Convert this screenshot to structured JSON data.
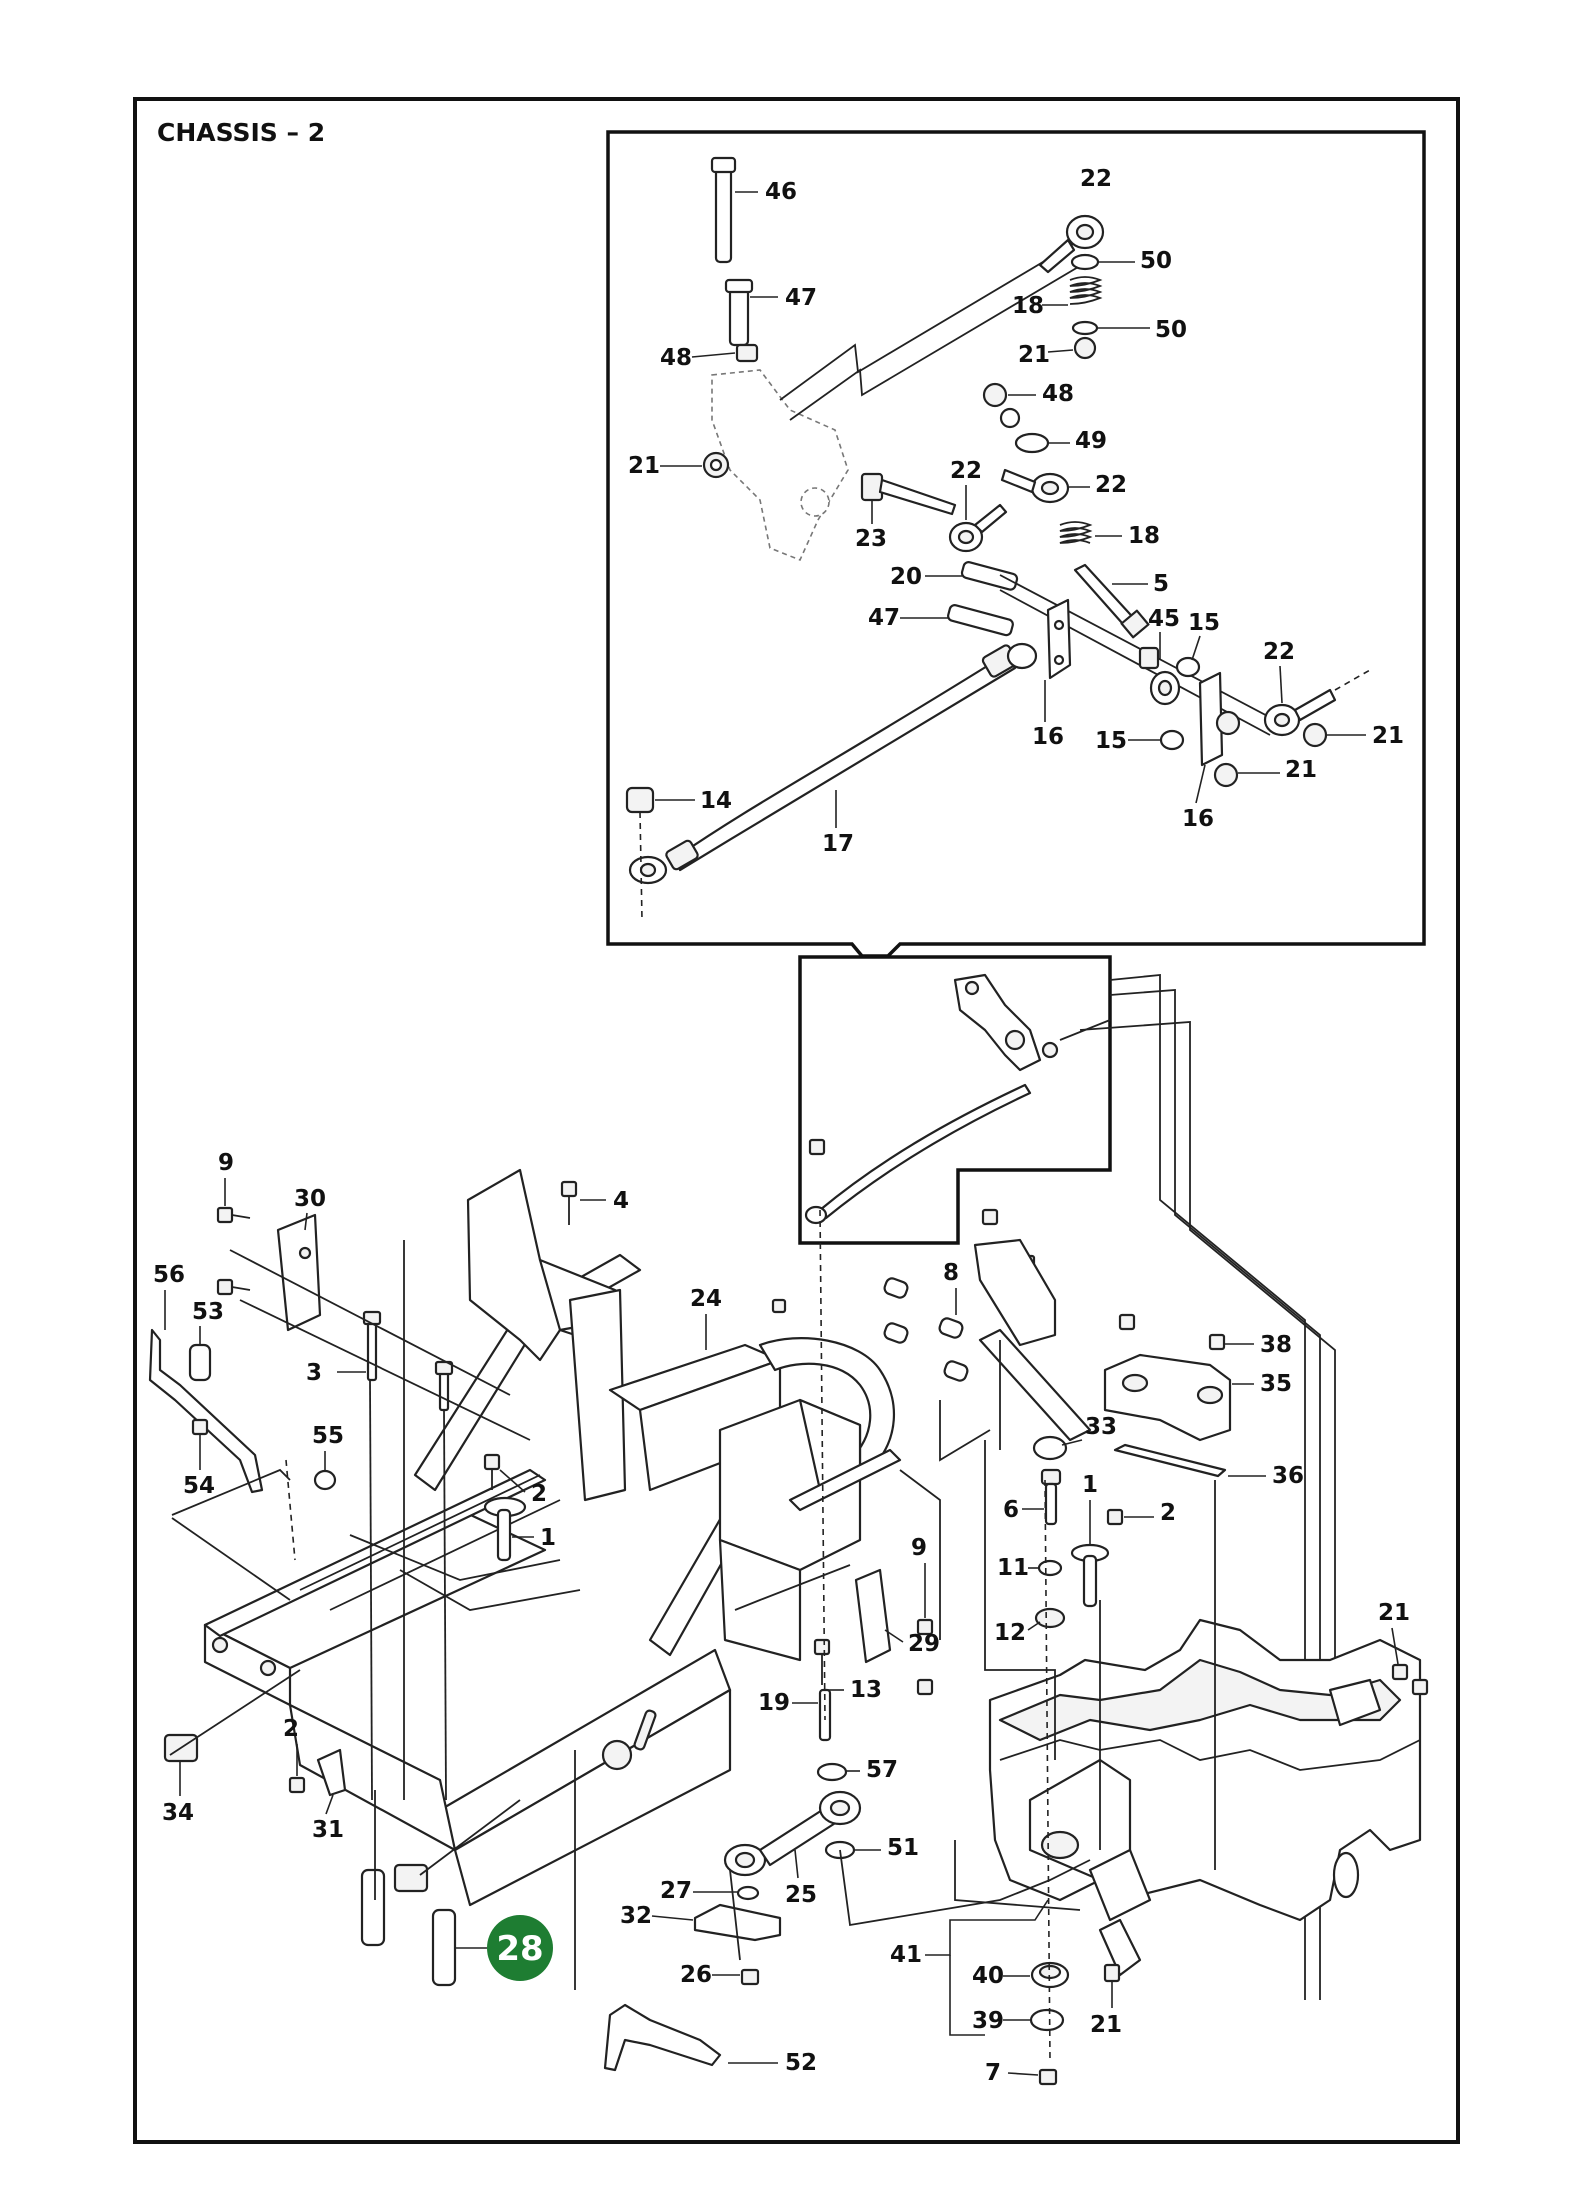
{
  "title": "CHASSIS – 2",
  "callout": {
    "label": "28",
    "color": "#1e7d32"
  },
  "labels": [
    "46",
    "22",
    "50",
    "47",
    "18",
    "50",
    "21",
    "48",
    "48",
    "49",
    "21",
    "22",
    "22",
    "23",
    "18",
    "20",
    "5",
    "47",
    "45",
    "15",
    "22",
    "16",
    "15",
    "21",
    "21",
    "14",
    "17",
    "16",
    "9",
    "30",
    "4",
    "56",
    "8",
    "53",
    "24",
    "3",
    "38",
    "35",
    "55",
    "33",
    "54",
    "2",
    "36",
    "6",
    "1",
    "1",
    "2",
    "9",
    "11",
    "29",
    "21",
    "12",
    "13",
    "19",
    "57",
    "2",
    "51",
    "34",
    "31",
    "27",
    "25",
    "32",
    "41",
    "40",
    "26",
    "39",
    "21",
    "52",
    "7"
  ]
}
